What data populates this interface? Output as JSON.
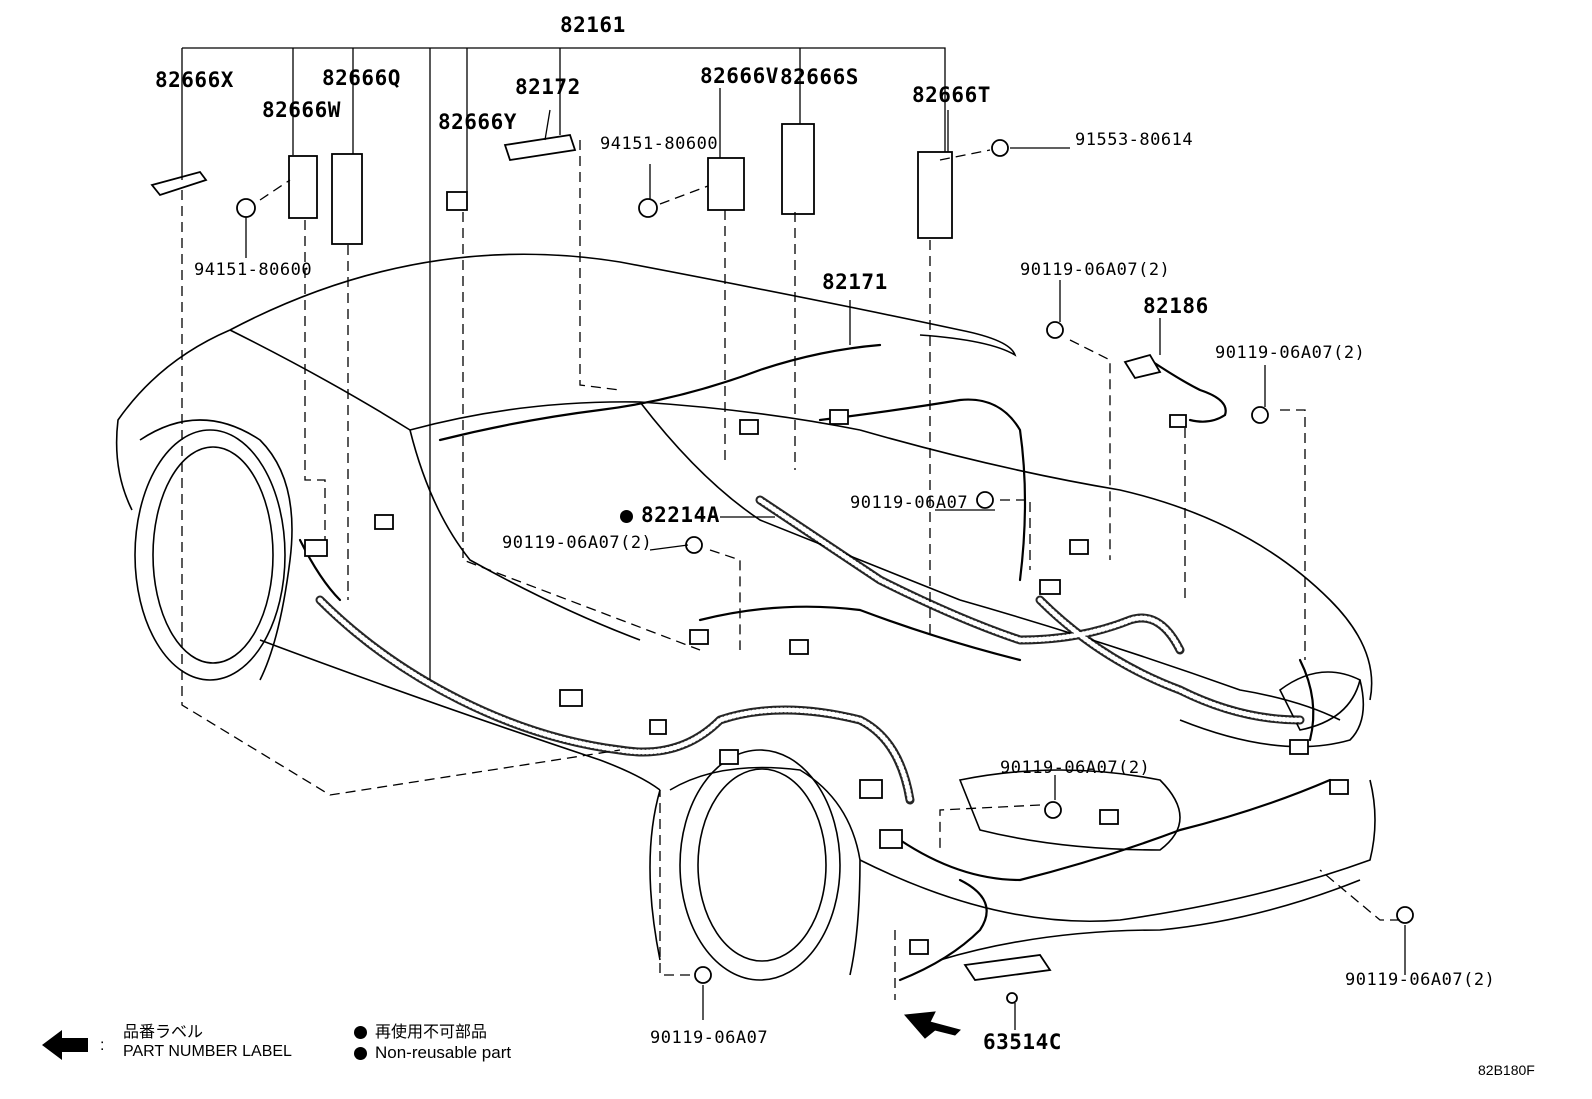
{
  "labels": {
    "p82161": "82161",
    "p82666X": "82666X",
    "p82666W": "82666W",
    "p82666Q": "82666Q",
    "p82666Y": "82666Y",
    "p82172": "82172",
    "p82666V": "82666V",
    "p82666S": "82666S",
    "p82666T": "82666T",
    "p91553": "91553-80614",
    "p94151_left": "94151-80600",
    "p94151_mid": "94151-80600",
    "p82171": "82171",
    "p90119_tr1": "90119-06A07(2)",
    "p82186": "82186",
    "p90119_tr2": "90119-06A07(2)",
    "p82214A": "82214A",
    "p90119_mid": "90119-06A07",
    "p90119_left": "90119-06A07(2)",
    "p90119_rear": "90119-06A07(2)",
    "p90119_right": "90119-06A07(2)",
    "p90119_bottom": "90119-06A07",
    "p63514C": "63514C"
  },
  "legend": {
    "label_jp": "品番ラベル",
    "colon": ":",
    "label_en": "PART NUMBER LABEL",
    "nonreuse_jp": "再使用不可部品",
    "nonreuse_en": "Non-reusable part"
  },
  "diagram_code": "82B180F"
}
